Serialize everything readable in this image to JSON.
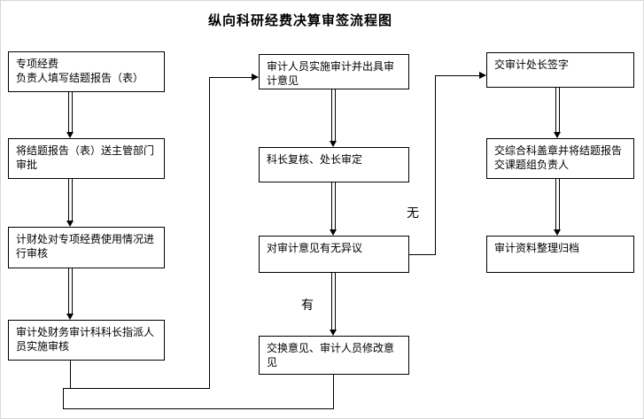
{
  "title": "纵向科研经费决算审签流程图",
  "colors": {
    "line": "#000000",
    "box_background": "#ffffff",
    "text": "#000000"
  },
  "nodes": {
    "fill_report": "专项经费\n负责人填写结题报告（表）",
    "submit_approval": "将结题报告（表）送主管部门\n审批",
    "finance_review": "计财处对专项经费使用情况进\n行审核",
    "assign_auditors": "审计处财务审计科科长指派人\n员实施审核",
    "conduct_audit": "审计人员实施审计并出具审\n计意见",
    "chief_review": "科长复核、处长审定",
    "objection_check": "对审计意见有无异议",
    "exchange_revise": "交换意见、审计人员修改意\n见",
    "director_sign": "交审计处长签字",
    "stamp_return": "交综合科盖章并将结题报告\n交课题组负责人",
    "archive": "审计资料整理归档"
  },
  "branch_labels": {
    "no": "无",
    "yes": "有"
  },
  "edges": [
    {
      "from": "fill_report",
      "to": "submit_approval"
    },
    {
      "from": "submit_approval",
      "to": "finance_review"
    },
    {
      "from": "finance_review",
      "to": "assign_auditors"
    },
    {
      "from": "assign_auditors",
      "to": "conduct_audit"
    },
    {
      "from": "conduct_audit",
      "to": "chief_review"
    },
    {
      "from": "chief_review",
      "to": "objection_check"
    },
    {
      "from": "objection_check",
      "to": "director_sign",
      "label": "无"
    },
    {
      "from": "objection_check",
      "to": "exchange_revise",
      "label": "有"
    },
    {
      "from": "exchange_revise",
      "to": "conduct_audit"
    },
    {
      "from": "director_sign",
      "to": "stamp_return"
    },
    {
      "from": "stamp_return",
      "to": "archive"
    }
  ]
}
